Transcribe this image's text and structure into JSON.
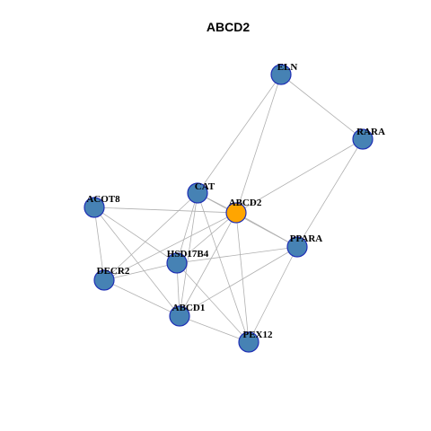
{
  "title": "ABCD2",
  "colors": {
    "node_default": "#4682b4",
    "node_focus": "#ffa500",
    "node_border": "#1f2fb5",
    "edge": "#b0b0b0"
  },
  "nodes": [
    {
      "id": "ELN",
      "label": "ELN",
      "focus": false
    },
    {
      "id": "RARA",
      "label": "RARA",
      "focus": false
    },
    {
      "id": "CAT",
      "label": "CAT",
      "focus": false
    },
    {
      "id": "ABCD2",
      "label": "ABCD2",
      "focus": true
    },
    {
      "id": "ACOT8",
      "label": "ACOT8",
      "focus": false
    },
    {
      "id": "PPARA",
      "label": "PPARA",
      "focus": false
    },
    {
      "id": "HSD17B4",
      "label": "HSD17B4",
      "focus": false
    },
    {
      "id": "DECR2",
      "label": "DECR2",
      "focus": false
    },
    {
      "id": "ABCD1",
      "label": "ABCD1",
      "focus": false
    },
    {
      "id": "PEX12",
      "label": "PEX12",
      "focus": false
    }
  ],
  "edges": [
    [
      "ELN",
      "RARA"
    ],
    [
      "ELN",
      "CAT"
    ],
    [
      "ELN",
      "ABCD2"
    ],
    [
      "RARA",
      "ABCD2"
    ],
    [
      "RARA",
      "PPARA"
    ],
    [
      "CAT",
      "ABCD2"
    ],
    [
      "CAT",
      "PPARA"
    ],
    [
      "CAT",
      "HSD17B4"
    ],
    [
      "CAT",
      "DECR2"
    ],
    [
      "CAT",
      "ABCD1"
    ],
    [
      "CAT",
      "PEX12"
    ],
    [
      "ACOT8",
      "ABCD2"
    ],
    [
      "ACOT8",
      "DECR2"
    ],
    [
      "ACOT8",
      "HSD17B4"
    ],
    [
      "ACOT8",
      "ABCD1"
    ],
    [
      "ABCD2",
      "PPARA"
    ],
    [
      "ABCD2",
      "HSD17B4"
    ],
    [
      "ABCD2",
      "DECR2"
    ],
    [
      "ABCD2",
      "ABCD1"
    ],
    [
      "ABCD2",
      "PEX12"
    ],
    [
      "PPARA",
      "HSD17B4"
    ],
    [
      "PPARA",
      "ABCD1"
    ],
    [
      "PPARA",
      "PEX12"
    ],
    [
      "HSD17B4",
      "DECR2"
    ],
    [
      "HSD17B4",
      "ABCD1"
    ],
    [
      "HSD17B4",
      "PEX12"
    ],
    [
      "DECR2",
      "ABCD1"
    ],
    [
      "ABCD1",
      "PEX12"
    ]
  ]
}
